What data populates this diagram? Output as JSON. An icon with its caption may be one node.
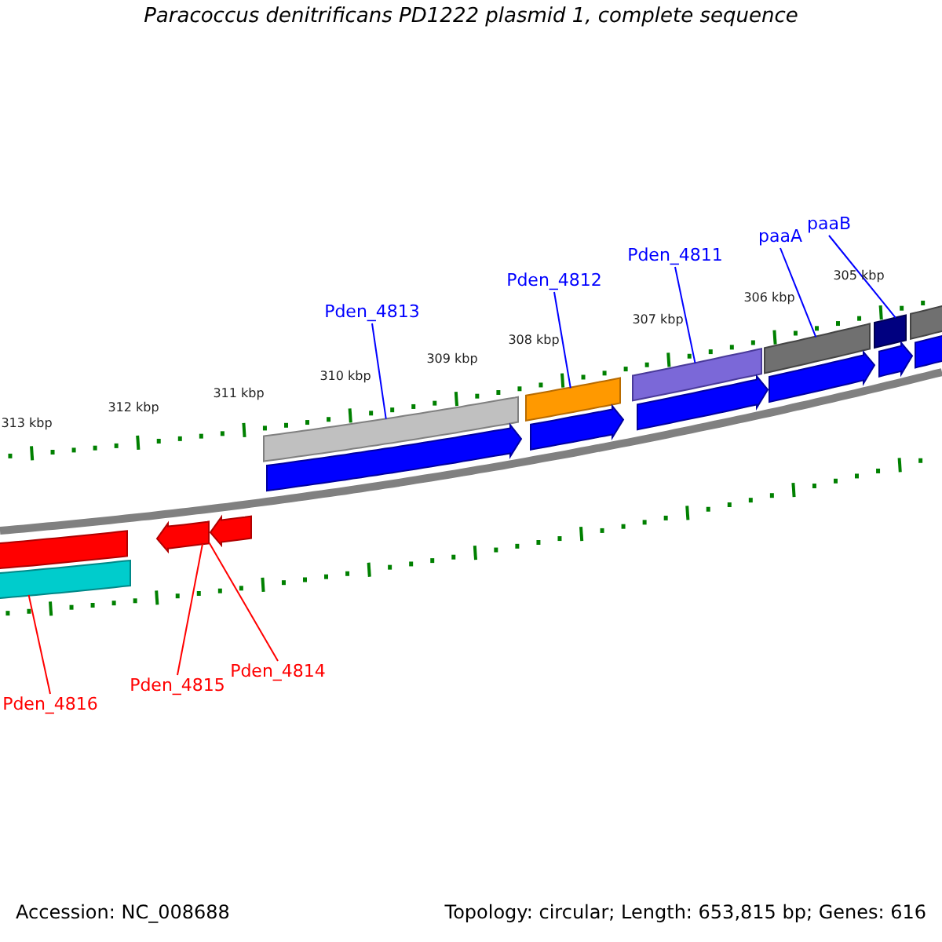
{
  "diagram": {
    "title": "Paracoccus denitrificans PD1222 plasmid 1, complete sequence",
    "nodes": [
      {
        "text": [
          "Pden_4813"
        ]
      },
      {
        "text": [
          "Pden_4812"
        ]
      },
      {
        "text": [
          "Pden_4811"
        ]
      },
      {
        "text": [
          "paaA"
        ]
      },
      {
        "text": [
          "paaB"
        ]
      },
      {
        "text": [
          "Pden_4816"
        ]
      },
      {
        "text": [
          "Pden_4815"
        ]
      },
      {
        "text": [
          "Pden_4814"
        ]
      },
      {
        "text": [],
        "shape": "bar"
      },
      {
        "text": [],
        "shape": "bar"
      },
      {
        "text": [],
        "shape": "bar"
      },
      {
        "text": [],
        "shape": "bar"
      },
      {
        "text": [],
        "shape": "bar"
      },
      {
        "text": [],
        "shape": "bar"
      },
      {
        "text": [],
        "shape": "bar"
      },
      {
        "text": [],
        "shape": "bar"
      },
      {
        "text": [],
        "shape": "bar"
      },
      {
        "text": [],
        "shape": "bar"
      },
      {
        "text": [],
        "shape": "bar"
      },
      {
        "text": [],
        "shape": "bar"
      },
      {
        "text": [],
        "shape": "bar"
      },
      {
        "text": [],
        "shape": "bar"
      },
      {
        "text": [],
        "shape": "bar"
      },
      {
        "text": [],
        "shape": "bar"
      }
    ],
    "edges": [
      {
        "from": 0,
        "to": 8,
        "arrow": "none"
      },
      {
        "from": 1,
        "to": 9,
        "arrow": "none"
      },
      {
        "from": 2,
        "to": 10,
        "arrow": "none"
      },
      {
        "from": 3,
        "to": 11,
        "arrow": "none"
      },
      {
        "from": 4,
        "to": 12,
        "arrow": "none"
      },
      {
        "from": 5,
        "to": 13,
        "arrow": "none",
        "color": "#ff0000"
      },
      {
        "from": 6,
        "to": 14,
        "arrow": "none",
        "color": "#ff0000"
      },
      {
        "from": 7,
        "to": 15,
        "arrow": "none",
        "color": "#ff0000"
      }
    ],
    "labels": [
      "313 kbp",
      "312 kbp",
      "311 kbp",
      "310 kbp",
      "309 kbp",
      "308 kbp",
      "307 kbp",
      "306 kbp",
      "305 kbp",
      "Accession: NC_008688",
      "Topology: circular; Length: 653,815 bp; Genes: 616"
    ]
  }
}
